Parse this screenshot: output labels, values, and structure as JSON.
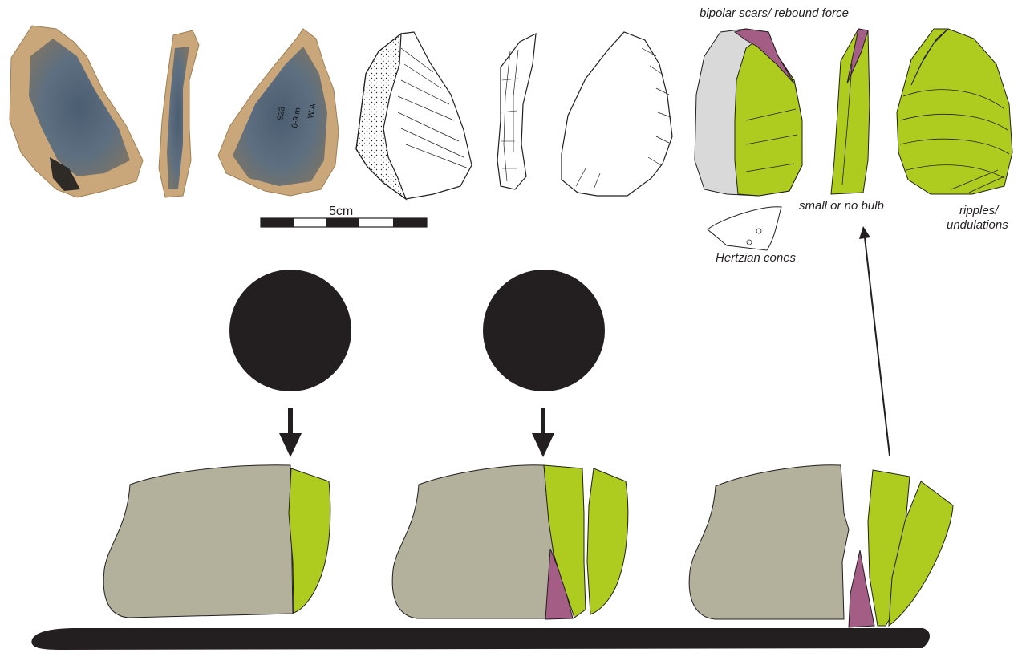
{
  "scale_bar": {
    "label": "5cm"
  },
  "annotations": {
    "bipolar": "bipolar scars/ rebound force",
    "bulb": "small or no bulb",
    "ripples_line1": "ripples/",
    "ripples_line2": "undulations",
    "hertzian": "Hertzian cones"
  },
  "specimen_marks": {
    "line1": "923",
    "line2": "6-9 m",
    "line3": "W.A."
  },
  "colors": {
    "core": "#b3b09b",
    "flake": "#adcc1f",
    "scar": "#a45d84",
    "anvil": "#231f20",
    "hammer": "#231f20",
    "cortex_photo": "#c9a77a",
    "flint_photo": "#5d6f80",
    "cortex_drawing": "#d9d9d9"
  }
}
